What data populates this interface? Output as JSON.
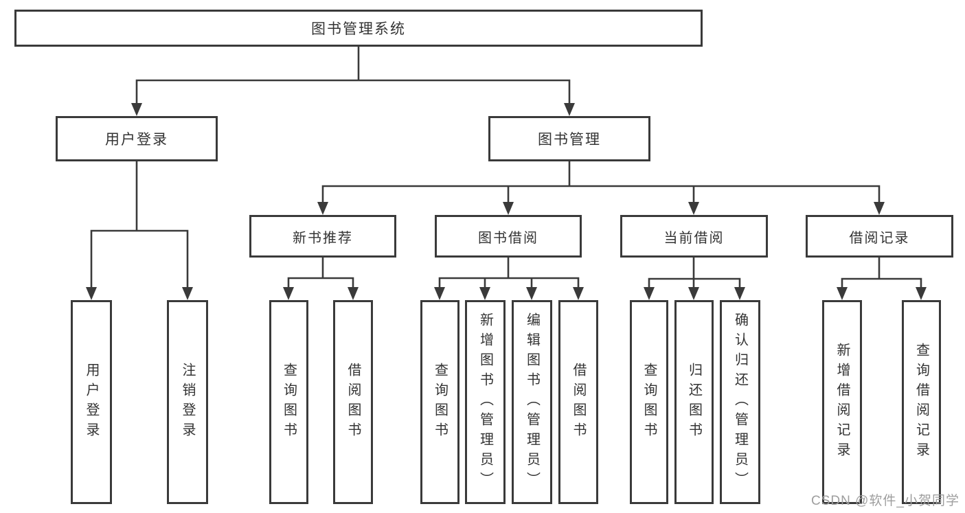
{
  "diagram": {
    "root": {
      "label": "图书管理系统"
    },
    "children": [
      {
        "label": "用户登录",
        "children": [
          {
            "label": "用户登录"
          },
          {
            "label": "注销登录"
          }
        ]
      },
      {
        "label": "图书管理",
        "children": [
          {
            "label": "新书推荐",
            "children": [
              {
                "label": "查询图书"
              },
              {
                "label": "借阅图书"
              }
            ]
          },
          {
            "label": "图书借阅",
            "children": [
              {
                "label": "查询图书"
              },
              {
                "label": "新增图书（管理员）"
              },
              {
                "label": "编辑图书（管理员）"
              },
              {
                "label": "借阅图书"
              }
            ]
          },
          {
            "label": "当前借阅",
            "children": [
              {
                "label": "查询图书"
              },
              {
                "label": "归还图书"
              },
              {
                "label": "确认归还（管理员）"
              }
            ]
          },
          {
            "label": "借阅记录",
            "children": [
              {
                "label": "新增借阅记录"
              },
              {
                "label": "查询借阅记录"
              }
            ]
          }
        ]
      }
    ]
  },
  "watermark": {
    "text": "CSDN @软件_小贺同学",
    "color": "#9e9e9e"
  },
  "colors": {
    "line": "#3a3a3a",
    "box_border": "#3a3a3a",
    "text": "#333333",
    "background": "#ffffff"
  }
}
